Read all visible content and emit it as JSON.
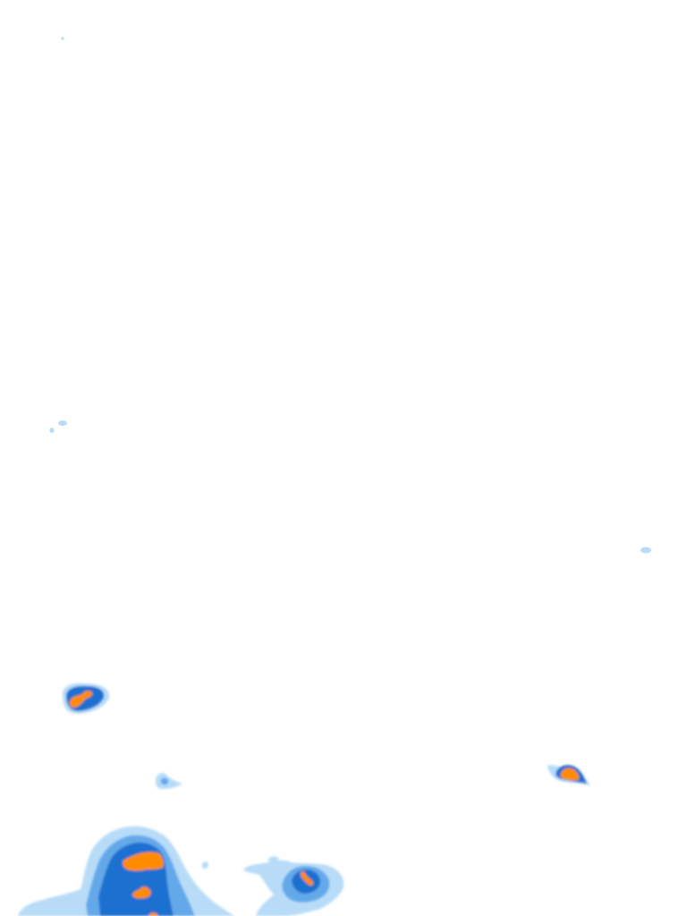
{
  "map": {
    "type": "precipitation-radar-overlay",
    "background_color": "#ffffff",
    "intensity_colors": {
      "light": "#b8dcf8",
      "moderate": "#63a9ea",
      "heavy": "#1f6fd0",
      "intense": "#ff8c00"
    },
    "cells": [
      {
        "id": "speck-top-left",
        "max_intensity": "light"
      },
      {
        "id": "small-west",
        "max_intensity": "light"
      },
      {
        "id": "speck-east",
        "max_intensity": "light"
      },
      {
        "id": "west-storm",
        "max_intensity": "intense"
      },
      {
        "id": "east-storm",
        "max_intensity": "intense"
      },
      {
        "id": "small-southwest",
        "max_intensity": "moderate"
      },
      {
        "id": "south-complex",
        "max_intensity": "intense"
      },
      {
        "id": "south-center-cell",
        "max_intensity": "intense"
      }
    ]
  }
}
